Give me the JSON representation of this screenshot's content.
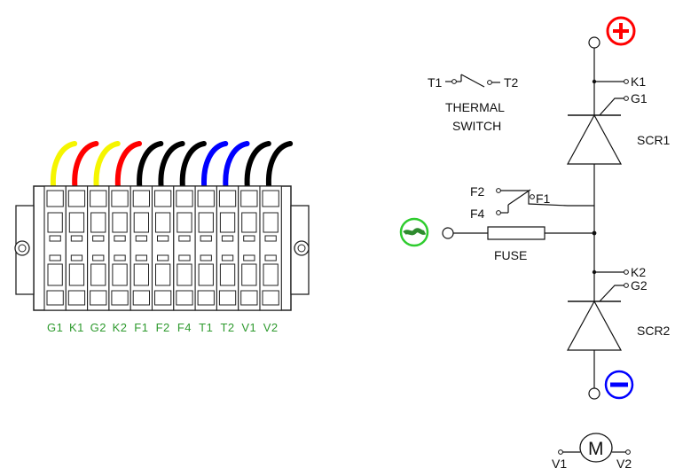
{
  "terminal_block": {
    "terminal_labels": [
      "G1",
      "K1",
      "G2",
      "K2",
      "F1",
      "F2",
      "F4",
      "T1",
      "T2",
      "V1",
      "V2"
    ],
    "wire_colors": [
      "#f5f500",
      "#ff0000",
      "#f5f500",
      "#ff0000",
      "#000000",
      "#000000",
      "#000000",
      "#0000ff",
      "#0000ff",
      "#000000",
      "#000000"
    ],
    "label_color": "#2e9a2e"
  },
  "schematic": {
    "k1": "K1",
    "g1": "G1",
    "scr1": "SCR1",
    "k2": "K2",
    "g2": "G2",
    "scr2": "SCR2",
    "f1": "F1",
    "f2": "F2",
    "f4": "F4",
    "fuse": "FUSE",
    "t1": "T1",
    "t2": "T2",
    "thermal_line1": "THERMAL",
    "thermal_line2": "SWITCH",
    "motor": "M",
    "v1": "V1",
    "v2": "V2"
  },
  "terminals": {
    "positive": {
      "icon": "plus-icon",
      "color": "#ff0000"
    },
    "negative": {
      "icon": "minus-icon",
      "color": "#0000ff"
    },
    "ground": {
      "icon": "ground-minus-icon",
      "color": "#2ecc2e"
    }
  }
}
